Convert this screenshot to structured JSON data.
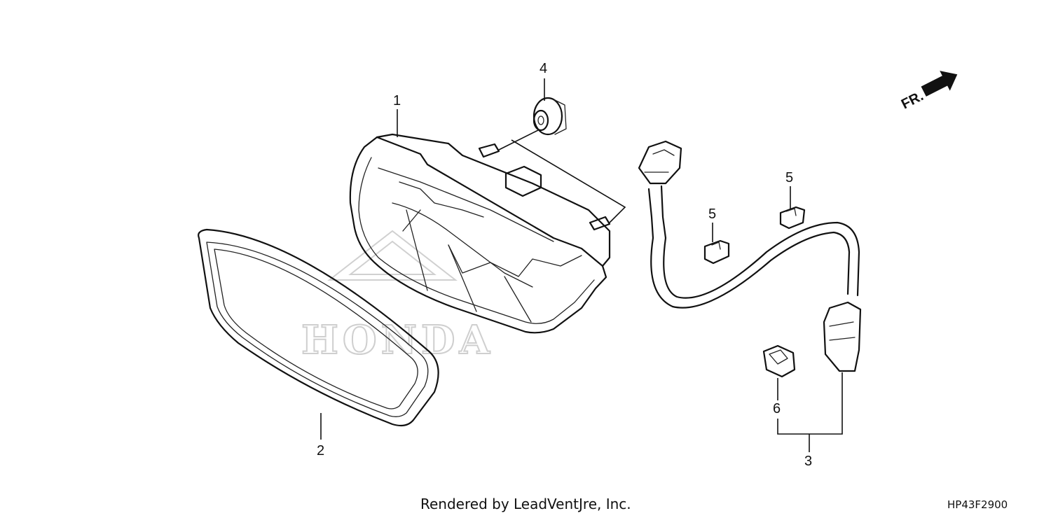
{
  "diagram": {
    "callouts": {
      "c1": "1",
      "c2": "2",
      "c3": "3",
      "c4": "4",
      "c5a": "5",
      "c5b": "5",
      "c6": "6"
    },
    "direction_label": "FR.",
    "watermark": "HONDA"
  },
  "footer": {
    "credit": "Rendered by LeadVentJre, Inc.",
    "diagram_code": "HP43F2900"
  }
}
